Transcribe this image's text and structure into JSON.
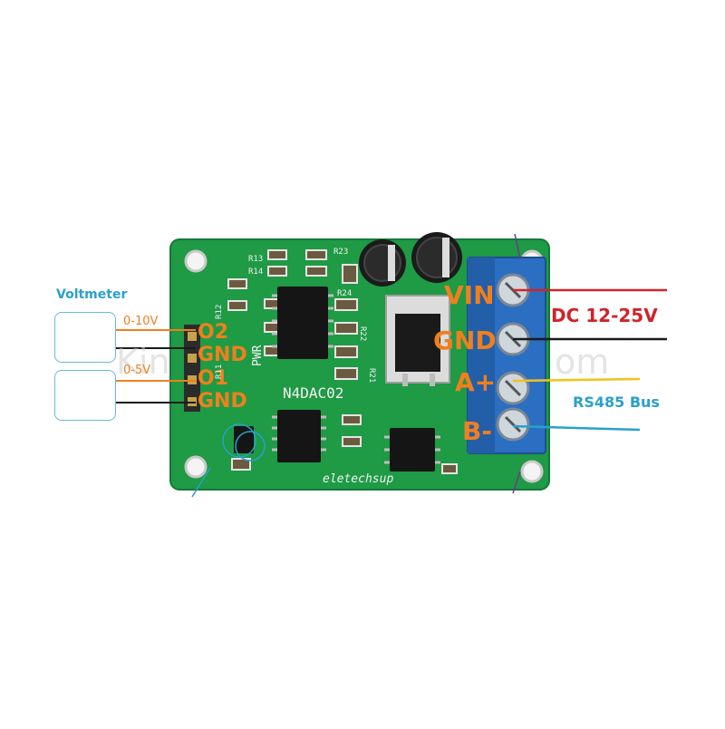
{
  "watermark": {
    "left": "Kin",
    "right": "om"
  },
  "voltmeter": {
    "label": "Voltmeter",
    "range_top": "0-10V",
    "range_bottom": "0-5V"
  },
  "outputs": {
    "o2": "O2",
    "gnd_top": "GND",
    "o1": "O1",
    "gnd_bottom": "GND"
  },
  "terminals": {
    "vin": "VIN",
    "gnd": "GND",
    "a": "A+",
    "b": "B-"
  },
  "power": {
    "label": "DC 12-25V"
  },
  "bus": {
    "label": "RS485 Bus"
  },
  "board": {
    "model": "N4DAC02",
    "brand": "eletechsup",
    "pwr": "PWR",
    "refs": [
      "R13",
      "R14",
      "R23",
      "R24",
      "R22",
      "R21",
      "R12",
      "R11"
    ]
  },
  "colors": {
    "board": "#1f9a45",
    "accent_orange": "#f07f1e",
    "wire_red": "#d1232a",
    "wire_yellow": "#f0c419",
    "wire_blue": "#2aa0cc",
    "terminal_blue": "#2b6fc2"
  }
}
